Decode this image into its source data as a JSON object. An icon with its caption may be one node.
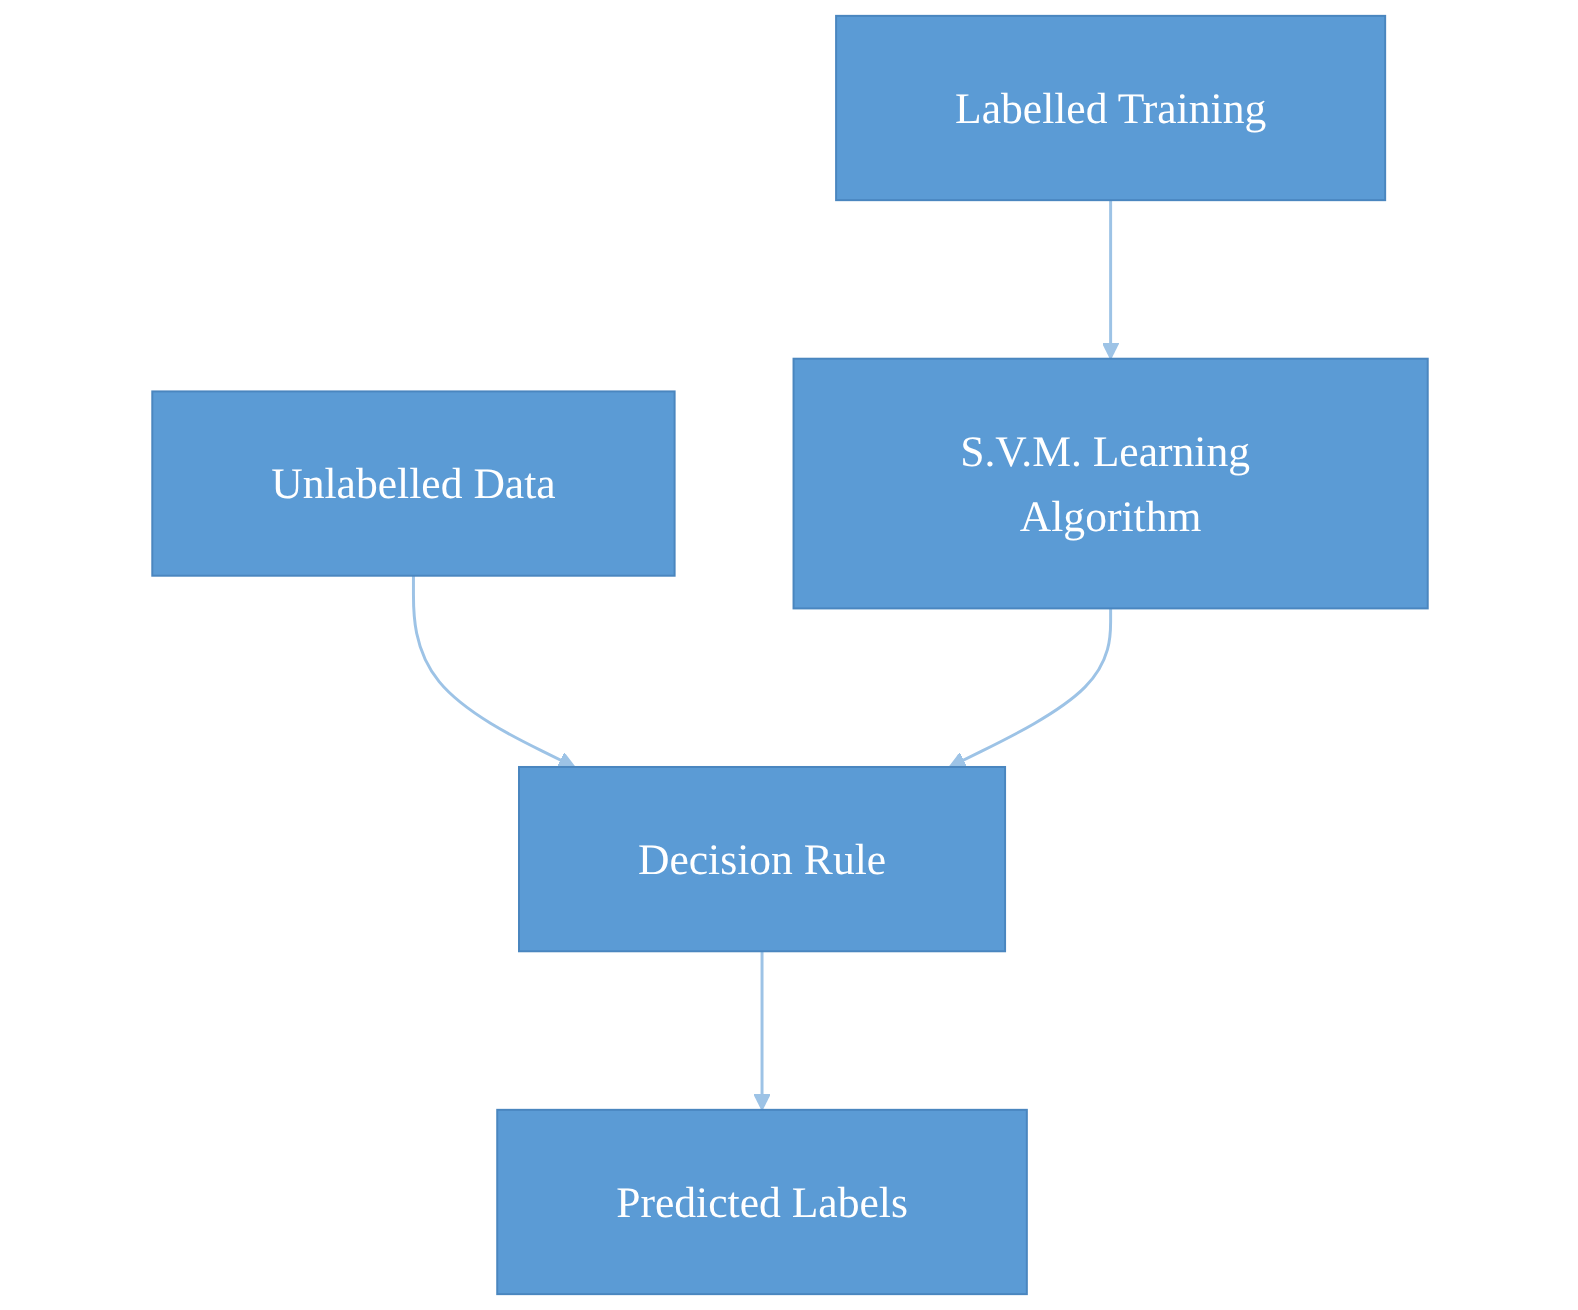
{
  "diagram": {
    "nodes": [
      {
        "text": [
          "Labelled Training"
        ]
      },
      {
        "text": [
          "Unlabelled Data"
        ]
      },
      {
        "text": [
          "S.V.M. Learning Algorithm"
        ]
      },
      {
        "text": [
          "Decision Rule"
        ]
      },
      {
        "text": [
          "Predicted Labels"
        ]
      }
    ],
    "edges": [
      {
        "from": 0,
        "to": 2,
        "arrow": "to"
      },
      {
        "from": 1,
        "to": 3,
        "arrow": "to"
      },
      {
        "from": 2,
        "to": 3,
        "arrow": "to"
      },
      {
        "from": 3,
        "to": 4,
        "arrow": "to"
      }
    ]
  }
}
